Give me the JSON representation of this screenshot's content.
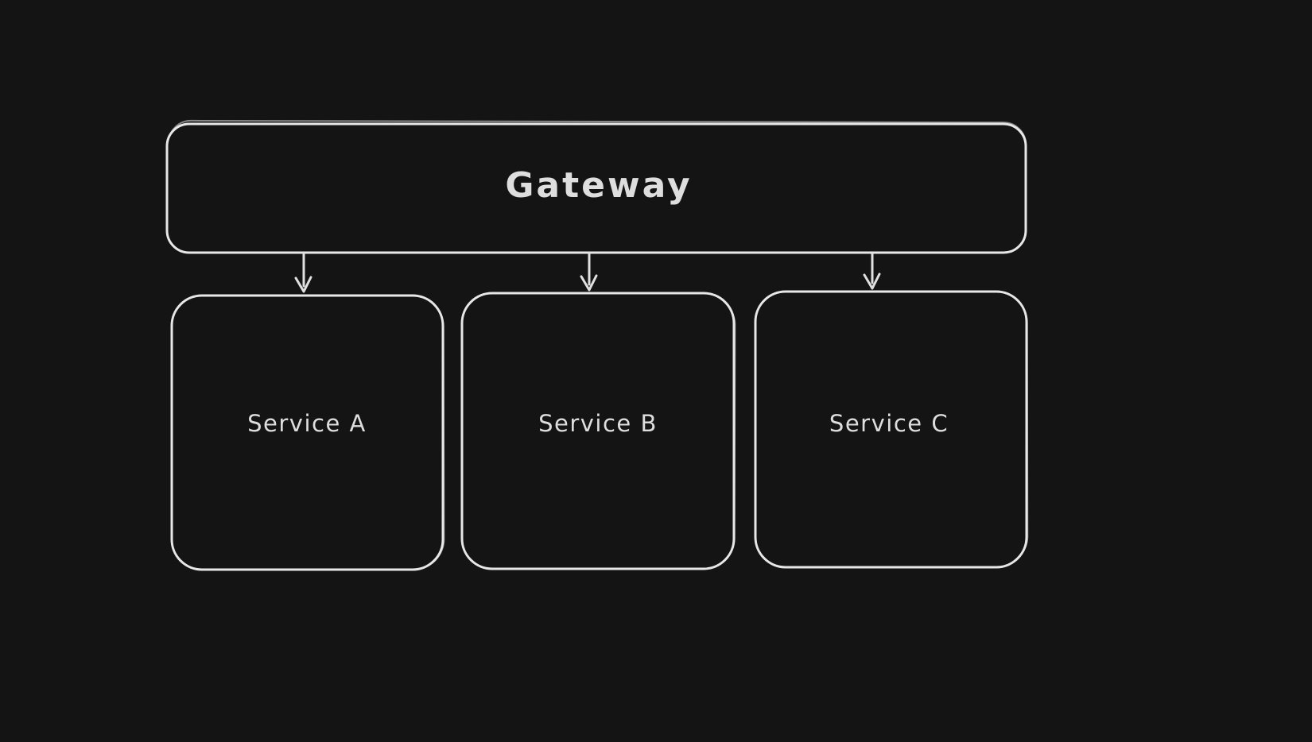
{
  "diagram": {
    "background_color": "#141414",
    "stroke_color": "#e7e7e7",
    "text_color": "#dedede",
    "style": "hand-drawn-sketch",
    "nodes": [
      {
        "id": "gateway",
        "label": "Gateway",
        "shape": "rounded-rectangle"
      },
      {
        "id": "service-a",
        "label": "Service A",
        "shape": "rounded-rectangle"
      },
      {
        "id": "service-b",
        "label": "Service B",
        "shape": "rounded-rectangle"
      },
      {
        "id": "service-c",
        "label": "Service C",
        "shape": "rounded-rectangle"
      }
    ],
    "edges": [
      {
        "from": "gateway",
        "to": "service-a",
        "type": "arrow-down"
      },
      {
        "from": "gateway",
        "to": "service-b",
        "type": "arrow-down"
      },
      {
        "from": "gateway",
        "to": "service-c",
        "type": "arrow-down"
      }
    ]
  }
}
